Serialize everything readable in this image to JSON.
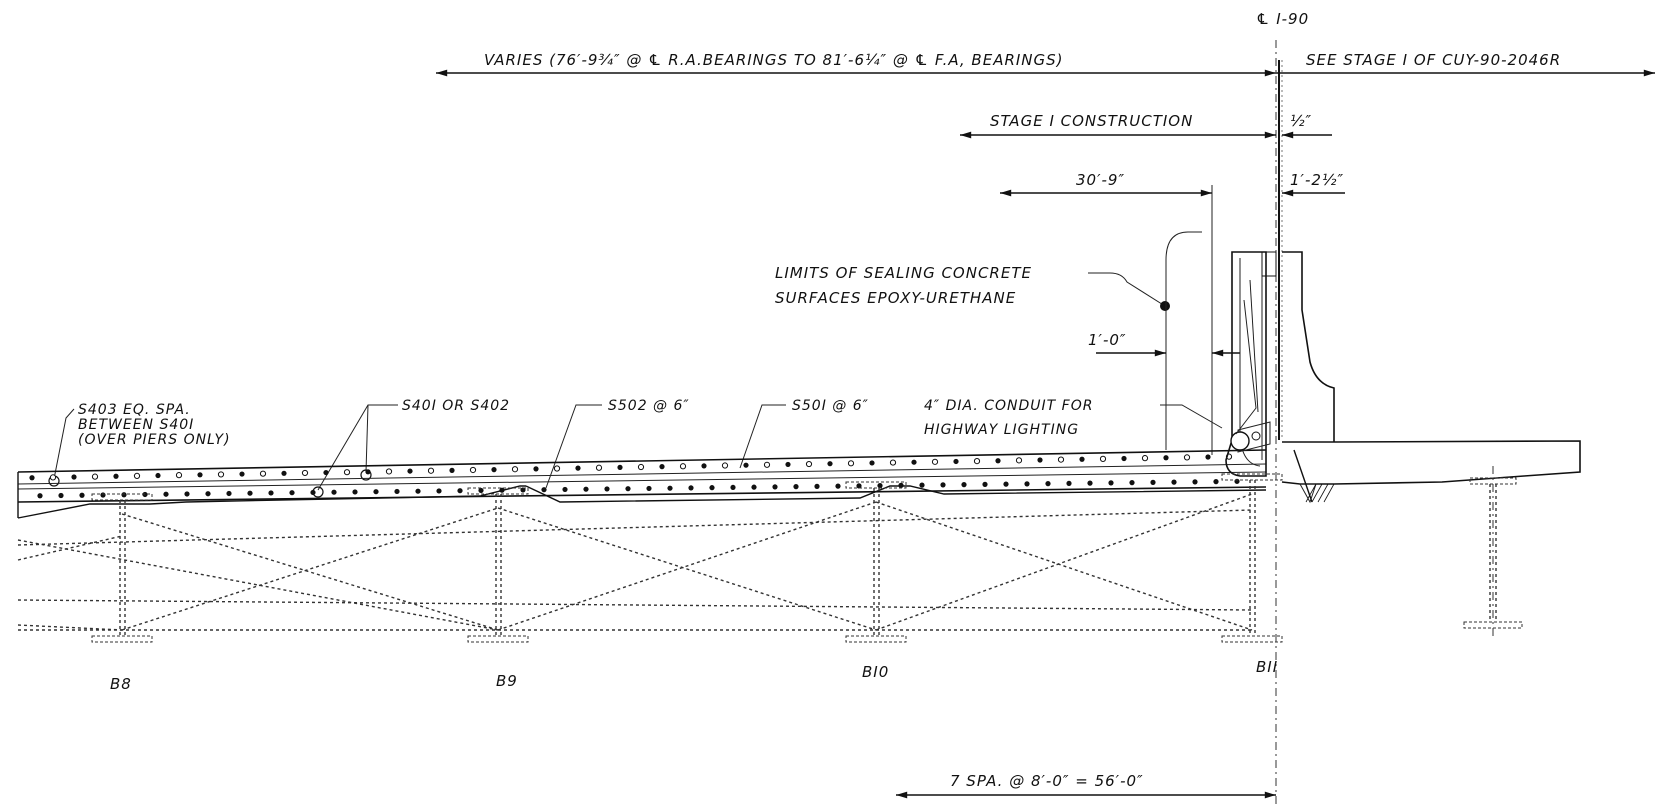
{
  "centerline_label": "℄ I-90",
  "dimensions": {
    "varies": "VARIES (76′-9¾″ @ ℄ R.A.BEARINGS TO 81′-6¼″ @ ℄ F.A, BEARINGS)",
    "see_stage": "SEE STAGE I OF CUY-90-2046R",
    "stage1": "STAGE I CONSTRUCTION",
    "half_inch": "½″",
    "thirty_nine": "30′-9″",
    "one_two_half": "1′-2½″",
    "one_foot": "1′-0″",
    "spacing": "7 SPA. @ 8′-0″ = 56′-0″"
  },
  "notes": {
    "sealing_line1": "LIMITS OF SEALING CONCRETE",
    "sealing_line2": "SURFACES EPOXY-URETHANE",
    "conduit_line1": "4″ DIA. CONDUIT FOR",
    "conduit_line2": "HIGHWAY LIGHTING",
    "s403_line1": "S403 EQ. SPA.",
    "s403_line2": "BETWEEN S40I",
    "s403_line3": "(OVER PIERS ONLY)",
    "s401": "S40I OR S402",
    "s502": "S502 @ 6″",
    "s501": "S50I @ 6″"
  },
  "beams": [
    "B8",
    "B9",
    "BI0",
    "BII"
  ],
  "colors": {
    "ink": "#111111",
    "paper": "#ffffff"
  }
}
